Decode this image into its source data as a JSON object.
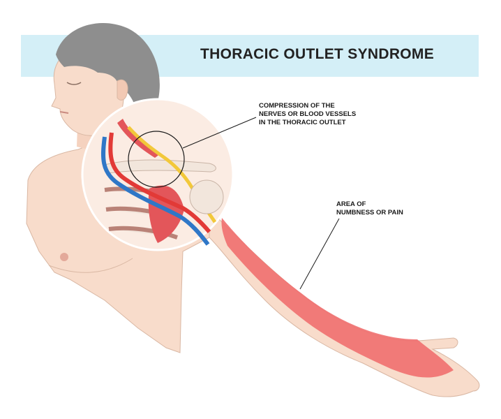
{
  "title": "THORACIC OUTLET SYNDROME",
  "callouts": {
    "compression": {
      "line1": "COMPRESSION OF THE",
      "line2": "NERVES OR BLOOD VESSELS",
      "line3": "IN THE THORACIC OUTLET"
    },
    "numbness": {
      "line1": "AREA OF",
      "line2": "NUMBNESS OR PAIN"
    }
  },
  "colors": {
    "skin": "#f8dccb",
    "skin_outline": "#d9b7a3",
    "hair": "#8e8e8e",
    "pain_area": "#ef6f6f",
    "title_band": "#d4eff7",
    "muscle": "#e3565a",
    "artery": "#e23a37",
    "vein": "#2f77c7",
    "nerve": "#f2c83a",
    "bone": "#f2e6dc",
    "rib_shadow": "#b98277"
  }
}
